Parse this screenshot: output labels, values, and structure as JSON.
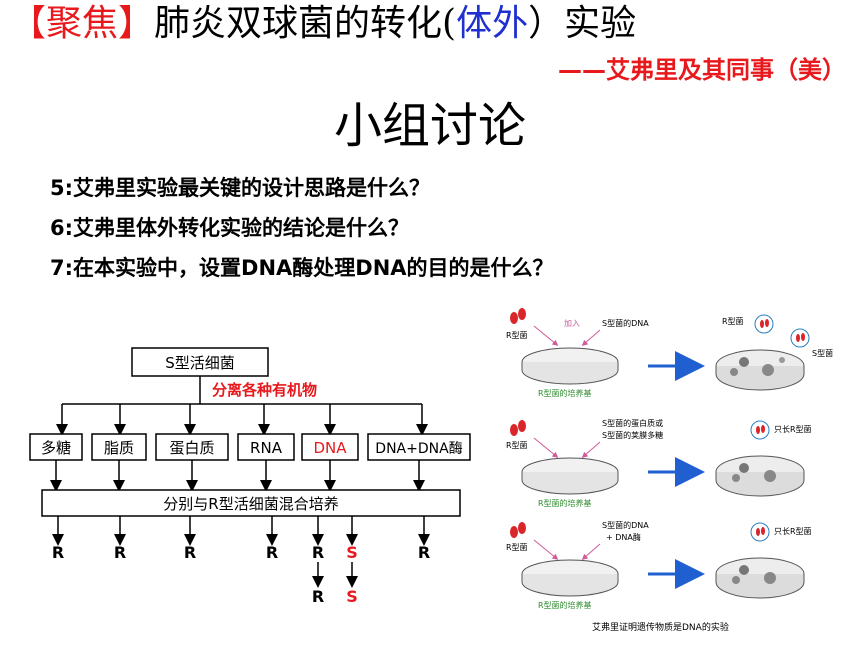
{
  "header": {
    "title_bracket_open": "【",
    "title_focus": "聚焦",
    "title_bracket_close": "】",
    "title_main": "肺炎双球菌的转化(",
    "title_blue": "体外",
    "title_end": "）实验",
    "subtitle": "——艾弗里及其同事（美）",
    "discussion": "小组讨论"
  },
  "questions": [
    "5:艾弗里实验最关键的设计思路是什么？",
    "6:艾弗里体外转化实验的结论是什么？",
    "7:在本实验中，设置DNA酶处理DNA的目的是什么？"
  ],
  "flowchart": {
    "top_box": "S型活细菌",
    "separate_label": "分离各种有机物",
    "components": [
      "多糖",
      "脂质",
      "蛋白质",
      "RNA",
      "DNA",
      "DNA+DNA酶"
    ],
    "mix_box": "分别与R型活细菌混合培养",
    "results": [
      "R",
      "R",
      "R",
      "R",
      "R",
      "S",
      "R"
    ],
    "sub_results": [
      "R",
      "S"
    ],
    "colors": {
      "red": "#e8191c",
      "black": "#000000"
    }
  },
  "experiment": {
    "rows": [
      {
        "left_label": "R型菌",
        "add_label": "加入",
        "substance": "S型菌的DNA",
        "plate_label": "R型菌的培养基",
        "result_top": "R型菌",
        "result_side": "S型菌"
      },
      {
        "left_label": "R型菌",
        "add_label": "",
        "substance": "S型菌的蛋白质或\nS型菌的荚膜多糖",
        "plate_label": "R型菌的培养基",
        "result_top": "",
        "result_side": "只长R型菌"
      },
      {
        "left_label": "R型菌",
        "add_label": "",
        "substance": "S型菌的DNA\n+ DNA酶",
        "plate_label": "R型菌的培养基",
        "result_top": "",
        "result_side": "只长R型菌"
      }
    ],
    "caption": "艾弗里证明遗传物质是DNA的实验"
  }
}
